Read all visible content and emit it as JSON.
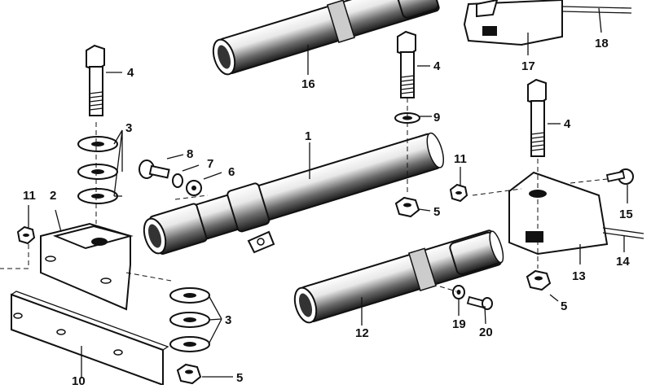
{
  "callouts": [
    {
      "id": "c1",
      "label": "1"
    },
    {
      "id": "c2",
      "label": "2"
    },
    {
      "id": "c3a",
      "label": "3"
    },
    {
      "id": "c3b",
      "label": "3"
    },
    {
      "id": "c4a",
      "label": "4"
    },
    {
      "id": "c4b",
      "label": "4"
    },
    {
      "id": "c4c",
      "label": "4"
    },
    {
      "id": "c5a",
      "label": "5"
    },
    {
      "id": "c5b",
      "label": "5"
    },
    {
      "id": "c5c",
      "label": "5"
    },
    {
      "id": "c6",
      "label": "6"
    },
    {
      "id": "c7",
      "label": "7"
    },
    {
      "id": "c8",
      "label": "8"
    },
    {
      "id": "c9",
      "label": "9"
    },
    {
      "id": "c10",
      "label": "10"
    },
    {
      "id": "c11a",
      "label": "11"
    },
    {
      "id": "c11b",
      "label": "11"
    },
    {
      "id": "c12",
      "label": "12"
    },
    {
      "id": "c13",
      "label": "13"
    },
    {
      "id": "c14",
      "label": "14"
    },
    {
      "id": "c15",
      "label": "15"
    },
    {
      "id": "c16",
      "label": "16"
    },
    {
      "id": "c17",
      "label": "17"
    },
    {
      "id": "c18",
      "label": "18"
    },
    {
      "id": "c19",
      "label": "19"
    },
    {
      "id": "c20",
      "label": "20"
    }
  ]
}
